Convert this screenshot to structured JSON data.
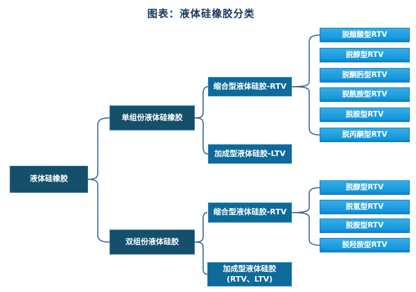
{
  "title": "图表：液体硅橡胶分类",
  "colors": {
    "title_text": "#17375E",
    "dark_node_bg": "#15506B",
    "mid_node_bg": "#0D6A99",
    "light_node_bg": "#1E9FDF",
    "node_text": "#FFFFFF",
    "connector": "#2E5C9E"
  },
  "nodes": {
    "root": "液体硅橡胶",
    "level2": [
      "单组份液体硅橡胶",
      "双组份液体硅胶"
    ],
    "level3": [
      "缩合型液体硅胶-RTV",
      "加成型液体硅胶-LTV",
      "缩合型液体硅胶-RTV",
      "加成型液体硅胶(RTV、LTV)"
    ],
    "group1": [
      "脱醋酸型RTV",
      "脱醇型RTV",
      "脱酮肟型RTV",
      "脱酰胺型RTV",
      "脱胺型RTV",
      "脱丙酮型RTV"
    ],
    "group2": [
      "脱醇型RTV",
      "脱氢型RTV",
      "脱胺型RTV",
      "脱羟胺型RTV"
    ]
  }
}
